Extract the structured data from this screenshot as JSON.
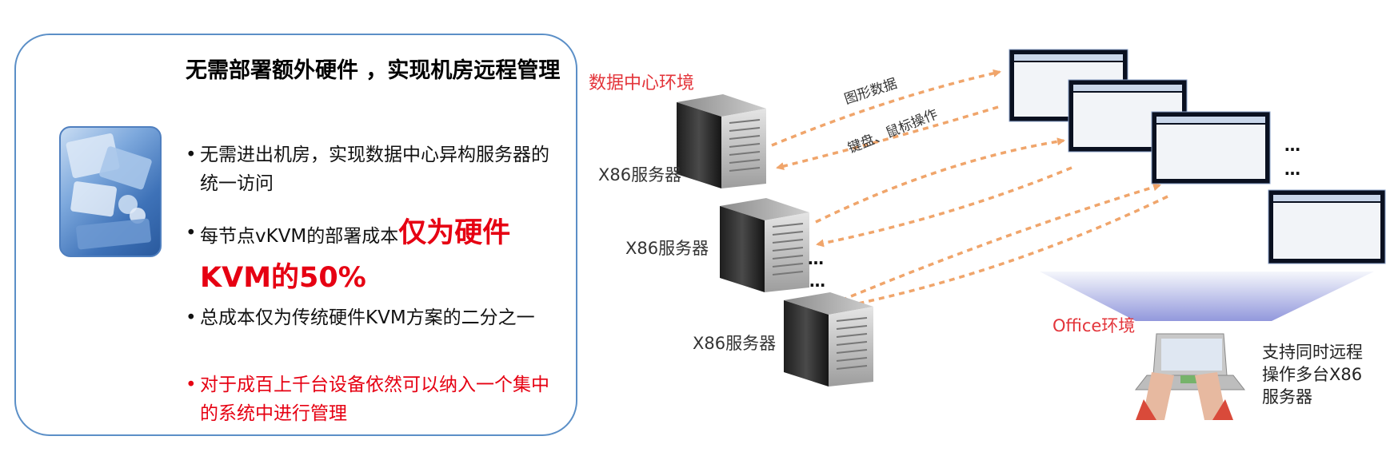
{
  "left_panel": {
    "title": "无需部署额外硬件 ，实现机房远程管理",
    "bullets": [
      {
        "marker": "•",
        "text": "无需进出机房，实现数据中心异构服务器的统一访问"
      },
      {
        "marker": "•",
        "text_prefix": "每节点vKVM的部署成本",
        "text_emphasis": "仅为硬件KVM的50%"
      },
      {
        "marker": "•",
        "text": "总成本仅为传统硬件KVM方案的二分之一"
      },
      {
        "marker": "•",
        "text": "对于成百上千台设备依然可以纳入一个集中的系统中进行管理"
      }
    ]
  },
  "diagram": {
    "datacenter_label": "数据中心环境",
    "servers": [
      "X86服务器",
      "X86服务器",
      "X86服务器"
    ],
    "arrow_labels": {
      "graphics": "图形数据",
      "keyboard_mouse": "键盘、鼠标操作"
    },
    "ellipsis": "…",
    "office_label": "Office环境",
    "support_text_line1": "支持同时远程",
    "support_text_line2": "操作多台X86",
    "support_text_line3": "服务器"
  },
  "colors": {
    "accent_red": "#e60012",
    "label_red": "#e3343a",
    "panel_border": "#5b8fc7",
    "arrow_orange": "#f0a56b"
  }
}
